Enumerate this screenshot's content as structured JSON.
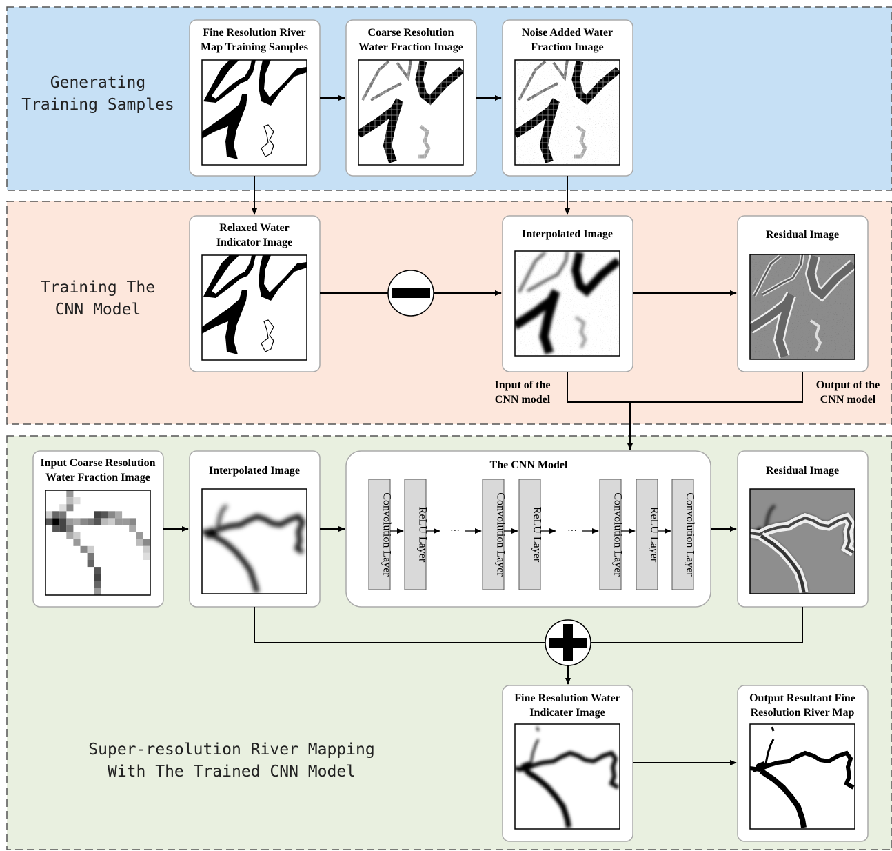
{
  "stages": {
    "generating": {
      "line1": "Generating",
      "line2": "Training Samples",
      "bg": "#c6e0f5"
    },
    "training": {
      "line1": "Training The",
      "line2": "CNN Model",
      "bg": "#fde7dc"
    },
    "mapping": {
      "line1": "Super-resolution River Mapping",
      "line2": "With The Trained CNN Model",
      "bg": "#e9f0e0"
    }
  },
  "boxes": {
    "fine_training": {
      "line1": "Fine Resolution River",
      "line2": "Map Training Samples"
    },
    "coarse_fraction": {
      "line1": "Coarse Resolution",
      "line2": "Water Fraction Image"
    },
    "noise_added": {
      "line1": "Noise Added Water",
      "line2": "Fraction Image"
    },
    "relaxed": {
      "line1": "Relaxed Water",
      "line2": "Indicator Image"
    },
    "interp_train": {
      "line1": "Interpolated Image"
    },
    "residual_train": {
      "line1": "Residual Image"
    },
    "input_coarse": {
      "line1": "Input Coarse Resolution",
      "line2": "Water Fraction Image"
    },
    "interp_test": {
      "line1": "Interpolated Image"
    },
    "cnn_model": {
      "line1": "The CNN Model"
    },
    "residual_test": {
      "line1": "Residual Image"
    },
    "fine_indicator": {
      "line1": "Fine Resolution Water",
      "line2": "Indicater Image"
    },
    "output_map": {
      "line1": "Output Resultant Fine",
      "line2": "Resolution River Map"
    }
  },
  "notes": {
    "input_cnn": {
      "line1": "Input of the",
      "line2": "CNN model"
    },
    "output_cnn": {
      "line1": "Output of the",
      "line2": "CNN model"
    }
  },
  "cnn_layers": [
    "Convolution Layer",
    "ReLU Layer",
    "Convolution Layer",
    "ReLU Layer",
    "Convolution Layer",
    "ReLU Layer",
    "Convolution Layer"
  ],
  "ellipsis": "···",
  "operators": {
    "subtract": "minus-icon",
    "add": "plus-icon"
  }
}
